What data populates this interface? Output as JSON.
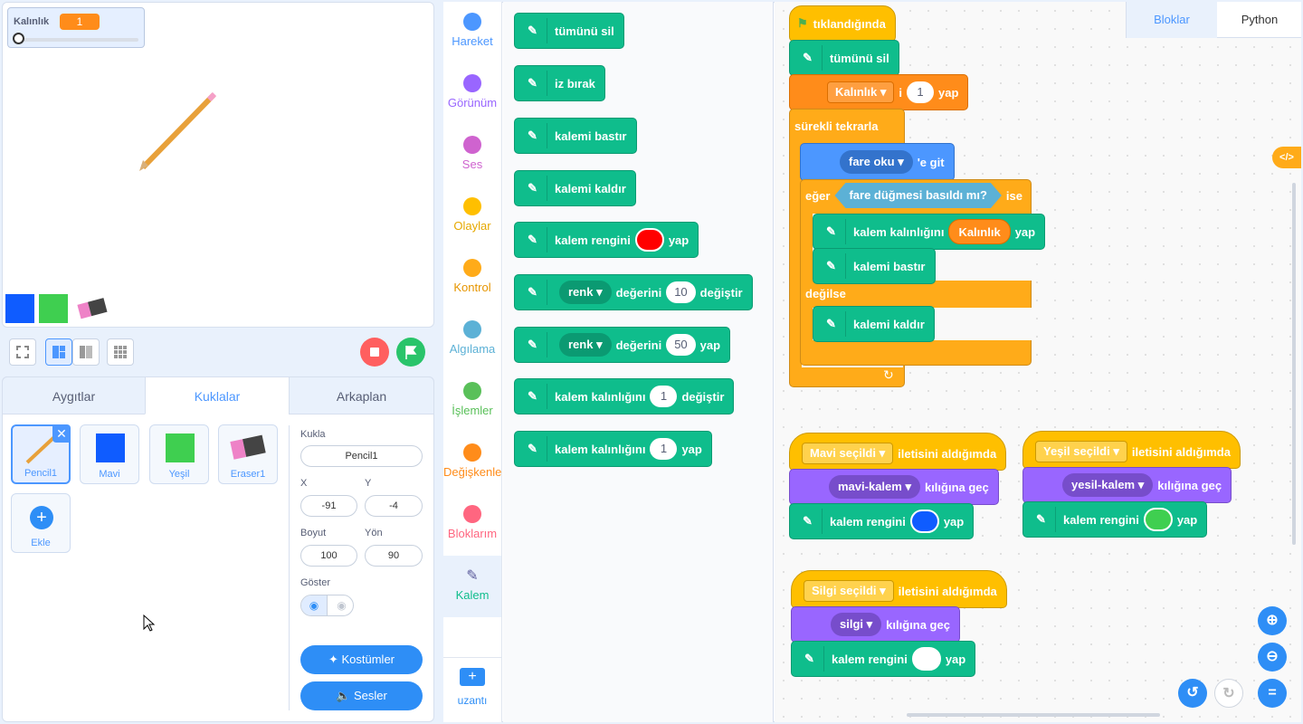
{
  "monitor": {
    "label": "Kalınlık",
    "value": "1",
    "slider_fraction": 0.0
  },
  "tabs": [
    "Aygıtlar",
    "Kuklalar",
    "Arkaplan"
  ],
  "sprites": [
    {
      "name": "Pencil1"
    },
    {
      "name": "Mavi"
    },
    {
      "name": "Yeşil"
    },
    {
      "name": "Eraser1"
    }
  ],
  "add_sprite": "Ekle",
  "fields": {
    "sprite_label": "Kukla",
    "sprite_value": "Pencil1",
    "x_label": "X",
    "x_value": "-91",
    "y_label": "Y",
    "y_value": "-4",
    "size_label": "Boyut",
    "size_value": "100",
    "dir_label": "Yön",
    "dir_value": "90",
    "show_label": "Göster"
  },
  "buttons": {
    "costumes": "Kostümler",
    "sounds": "Sesler"
  },
  "categories": [
    {
      "label": "Hareket",
      "color": "#4c97ff"
    },
    {
      "label": "Görünüm",
      "color": "#9966ff"
    },
    {
      "label": "Ses",
      "color": "#cf63cf"
    },
    {
      "label": "Olaylar",
      "color": "#ffbf00"
    },
    {
      "label": "Kontrol",
      "color": "#ffab19"
    },
    {
      "label": "Algılama",
      "color": "#5cb1d6"
    },
    {
      "label": "İşlemler",
      "color": "#59c059"
    },
    {
      "label": "Değişkenler",
      "color": "#ff8c1a"
    },
    {
      "label": "Bloklarım",
      "color": "#ff6680"
    },
    {
      "label": "Kalem",
      "color": "#0fbd8c"
    }
  ],
  "extension_label": "uzantı",
  "palette": {
    "clear": "tümünü sil",
    "stamp": "iz bırak",
    "pen_down": "kalemi bastır",
    "pen_up": "kalemi kaldır",
    "set_color_pre": "kalem rengini",
    "set_color_post": "yap",
    "change_param_dd": "renk",
    "change_param_mid": "değerini",
    "change_param_val": "10",
    "change_param_post": "değiştir",
    "set_param_dd": "renk",
    "set_param_mid": "değerini",
    "set_param_val": "50",
    "set_param_post": "yap",
    "change_size_pre": "kalem kalınlığını",
    "change_size_val": "1",
    "change_size_post": "değiştir",
    "set_size_pre": "kalem kalınlığını",
    "set_size_val": "1",
    "set_size_post": "yap"
  },
  "view_tabs": {
    "blocks": "Bloklar",
    "python": "Python"
  },
  "script1": {
    "hat": "tıklandığında",
    "clear": "tümünü sil",
    "setvar_dd": "Kalınlık",
    "setvar_mid": "i",
    "setvar_val": "1",
    "setvar_post": "yap",
    "forever": "sürekli tekrarla",
    "goto_dd": "fare oku",
    "goto_post": "'e git",
    "if": "eğer",
    "cond": "fare düğmesi basıldı mı?",
    "then": "ise",
    "setsize_pre": "kalem kalınlığını",
    "setsize_var": "Kalınlık",
    "setsize_post": "yap",
    "pendown": "kalemi bastır",
    "else": "değilse",
    "penup": "kalemi kaldır"
  },
  "script2": {
    "msg": "Mavi seçildi",
    "hat_post": "iletisini aldığımda",
    "costume": "mavi-kalem",
    "switch_post": "kılığına geç",
    "color_pre": "kalem rengini",
    "color_post": "yap",
    "color": "#0f5cff"
  },
  "script3": {
    "msg": "Yeşil seçildi",
    "hat_post": "iletisini aldığımda",
    "costume": "yesil-kalem",
    "switch_post": "kılığına geç",
    "color_pre": "kalem rengini",
    "color_post": "yap",
    "color": "#3fcf50"
  },
  "script4": {
    "msg": "Silgi seçildi",
    "hat_post": "iletisini aldığımda",
    "costume": "silgi",
    "switch_post": "kılığına geç",
    "color_pre": "kalem rengini",
    "color_post": "yap",
    "color": "#ffffff"
  },
  "code_toggle_icon": "</>"
}
